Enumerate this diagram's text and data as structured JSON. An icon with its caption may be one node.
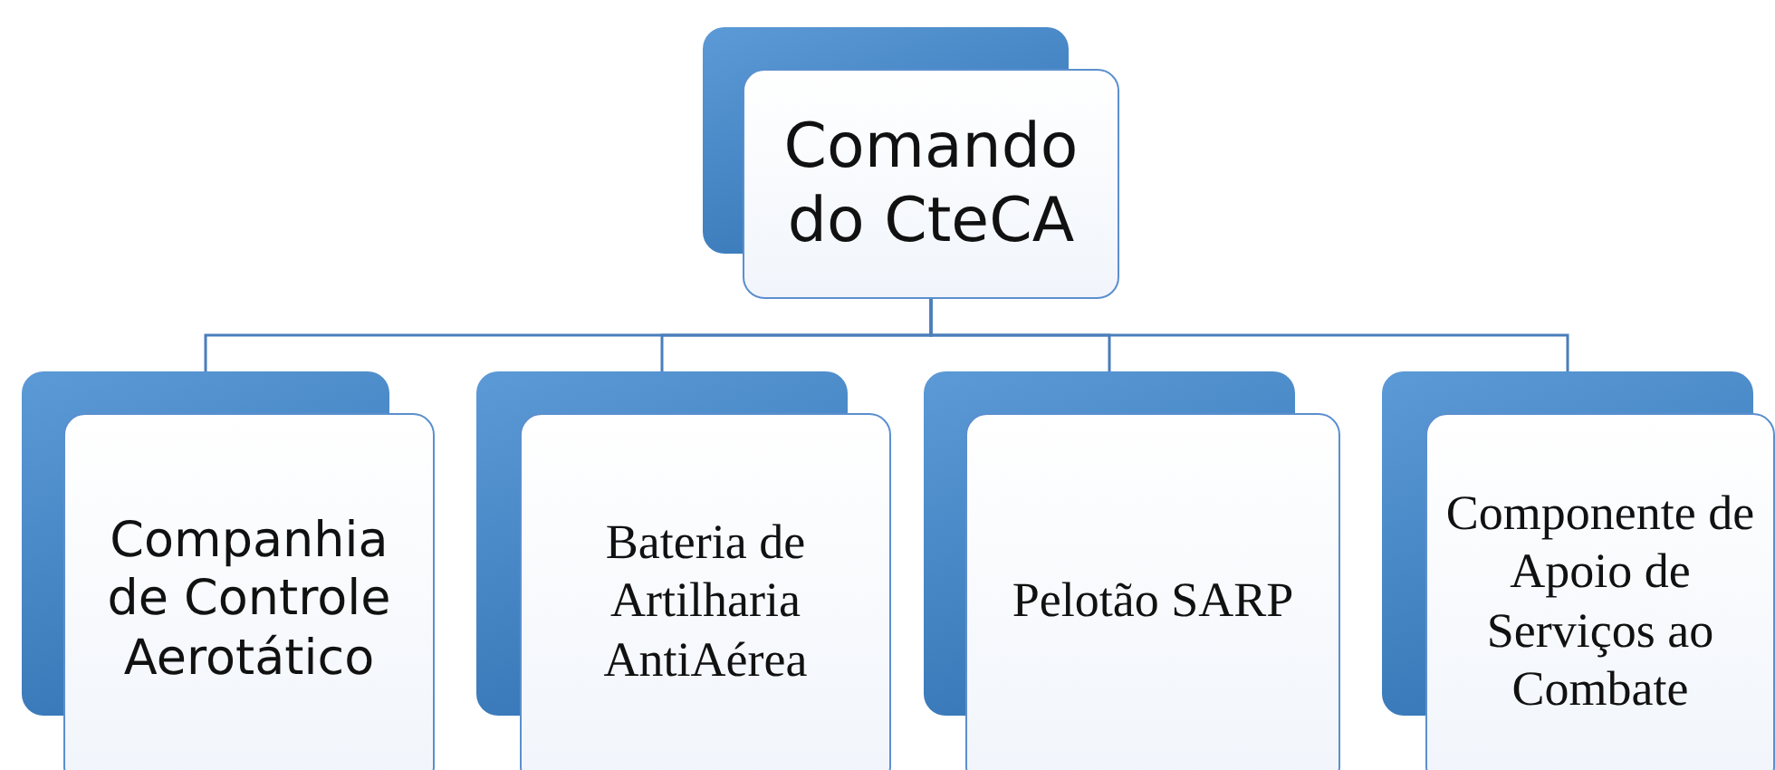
{
  "diagram": {
    "nodes": [
      {
        "text": [
          "Comando do CteCA"
        ]
      },
      {
        "text": [
          "Companhia de Controle Aerotático"
        ]
      },
      {
        "text": [
          "Bateria de Artilharia AntiAérea"
        ]
      },
      {
        "text": [
          "Pelotão SARP"
        ]
      },
      {
        "text": [
          "Componente de Apoio de Serviços ao Combate"
        ]
      }
    ],
    "edges": [
      {
        "from": 0,
        "to": 1,
        "arrow": "none"
      },
      {
        "from": 0,
        "to": 2,
        "arrow": "none"
      },
      {
        "from": 0,
        "to": 3,
        "arrow": "none"
      },
      {
        "from": 0,
        "to": 4,
        "arrow": "none"
      }
    ]
  }
}
